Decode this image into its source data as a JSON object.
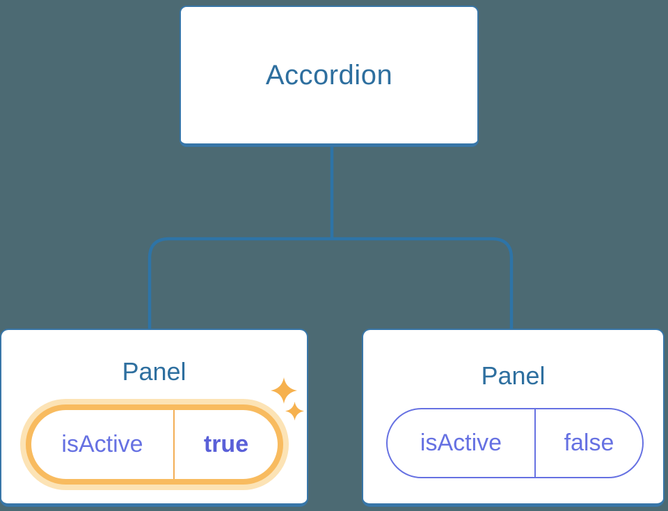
{
  "colors": {
    "background": "#4C6A73",
    "line-blue": "#2E74A7",
    "border-blue": "#3876A8",
    "heading-blue": "#2E6F9F",
    "purple": "#6671E2",
    "purple-bold": "#5A60D8",
    "orange-ring": "#F8BB5F",
    "orange-halo": "#FCE3B5",
    "orange-divider": "#F3AE55",
    "sparkle": "#F6B14E"
  },
  "tree": {
    "root": {
      "label": "Accordion"
    },
    "panels": [
      {
        "title": "Panel",
        "state": {
          "key": "isActive",
          "value": "true"
        },
        "active": true,
        "highlight": "orange-ring-with-sparkles"
      },
      {
        "title": "Panel",
        "state": {
          "key": "isActive",
          "value": "false"
        },
        "active": false,
        "highlight": "none"
      }
    ]
  },
  "icons": [
    "sparkle-icon-large",
    "sparkle-icon-small"
  ]
}
